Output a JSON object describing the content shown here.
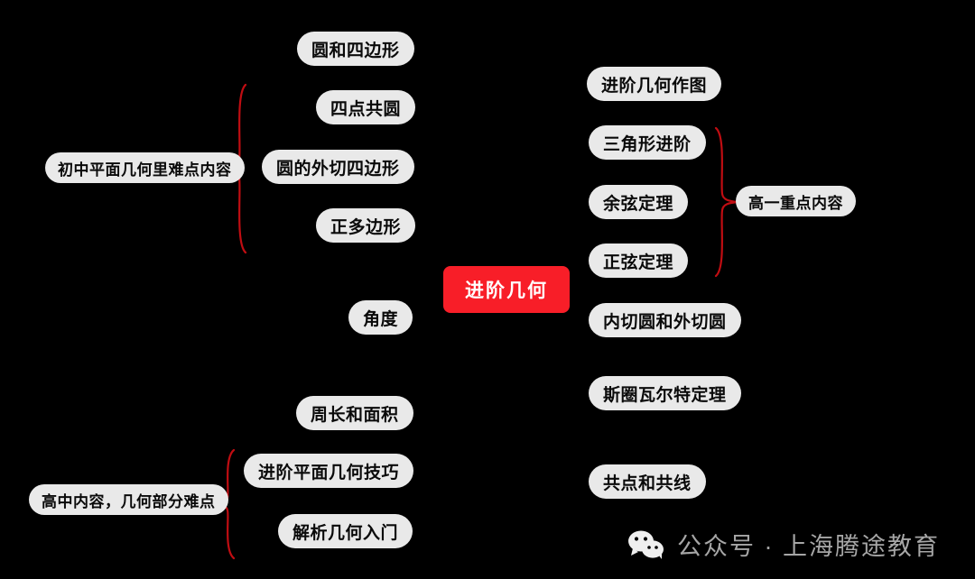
{
  "meta": {
    "background_color": "#000000",
    "node_color": "#e9e9e9",
    "node_text_color": "#0a0a0a",
    "center_color": "#f81e28",
    "center_text_color": "#ffffff",
    "brace_color": "#c00d12",
    "watermark_color": "#a6a6a6"
  },
  "center": {
    "label": "进阶几何"
  },
  "groups": {
    "middle_school": {
      "label": "初中平面几何里难点内容"
    },
    "high_school": {
      "label": "高中内容，几何部分难点"
    },
    "grade_one": {
      "label": "高一重点内容"
    }
  },
  "branches": {
    "top_left": {
      "nodes": [
        {
          "label": "圆和四边形"
        },
        {
          "label": "四点共圆"
        },
        {
          "label": "圆的外切四边形"
        },
        {
          "label": "正多边形"
        }
      ]
    },
    "middle_left": {
      "nodes": [
        {
          "label": "角度"
        }
      ]
    },
    "bottom_left": {
      "nodes": [
        {
          "label": "周长和面积"
        },
        {
          "label": "进阶平面几何技巧"
        },
        {
          "label": "解析几何入门"
        }
      ]
    },
    "top_right": {
      "nodes": [
        {
          "label": "进阶几何作图"
        },
        {
          "label": "三角形进阶"
        },
        {
          "label": "余弦定理"
        },
        {
          "label": "正弦定理"
        }
      ]
    },
    "bottom_right": {
      "nodes": [
        {
          "label": "内切圆和外切圆"
        },
        {
          "label": "斯圈瓦尔特定理"
        },
        {
          "label": "共点和共线"
        }
      ]
    }
  },
  "watermark": {
    "icon": "wechat-icon",
    "text": "公众号 · 上海腾途教育"
  }
}
